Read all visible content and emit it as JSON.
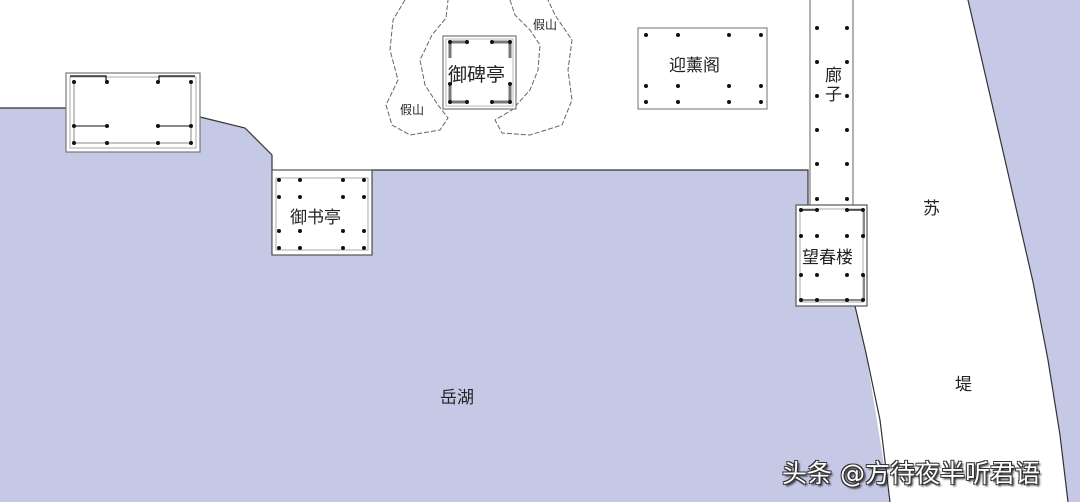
{
  "map": {
    "colors": {
      "water": "#c6c9e6",
      "land": "#ffffff",
      "outline": "#333333",
      "building": "#777777",
      "column": "#111111"
    },
    "labels": {
      "yubei_ting": "御碑亭",
      "jiashan_1": "假山",
      "jiashan_2": "假山",
      "yingxun_ge": "迎薰阁",
      "langzi": "廊子",
      "yushu_ting": "御书亭",
      "wangchun_lou": "望春楼",
      "yuehu": "岳湖",
      "sudi_su": "苏",
      "sudi_di": "堤"
    },
    "watermark": "头条 @方待夜半听君语"
  }
}
